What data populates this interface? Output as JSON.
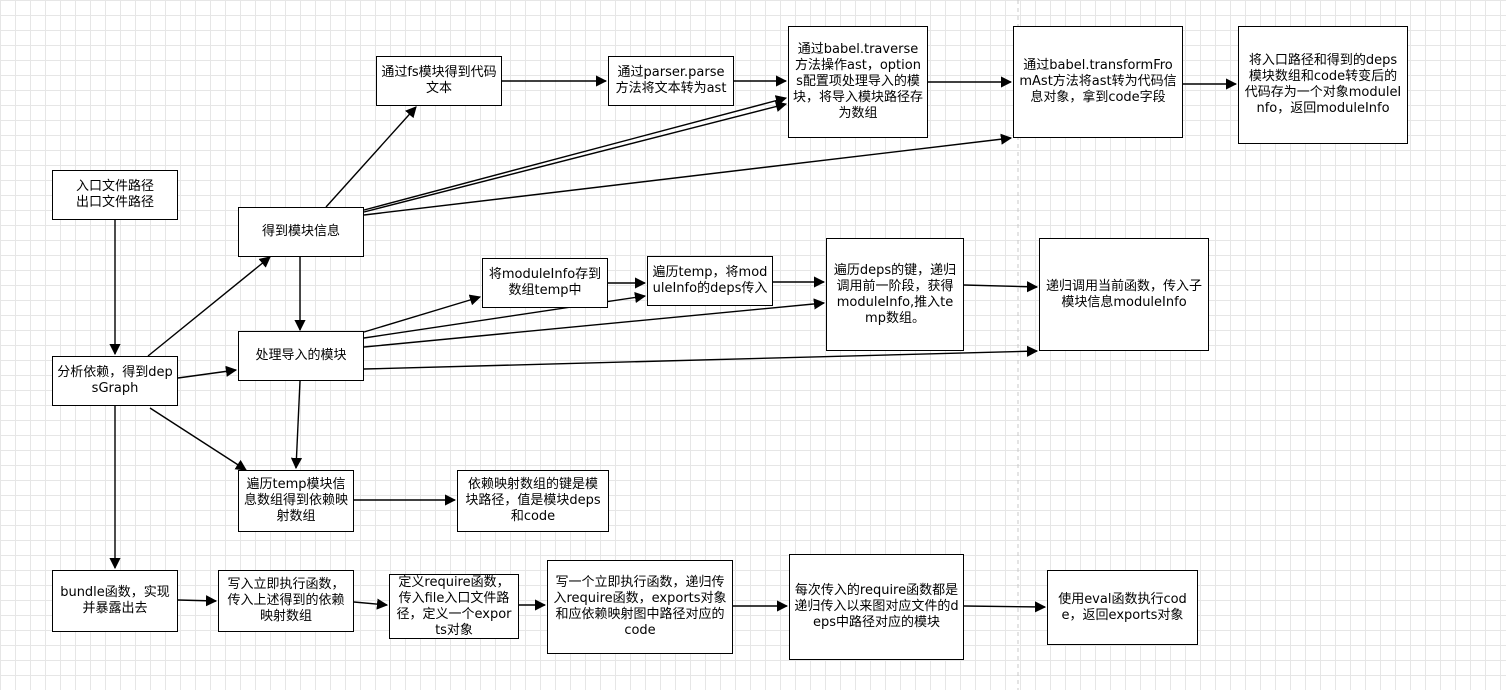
{
  "diagram": {
    "nodes": {
      "entry": "入口文件路径\n出口文件路径",
      "analyze": "分析依赖，得到depsGraph",
      "get_info": "得到模块信息",
      "read_fs": "通过fs模块得到代码文本",
      "parser": "通过parser.parse方法将文本转为ast",
      "traverse": "通过babel.traverse方法操作ast，options配置项处理导入的模块，将导入模块路径存为数组",
      "transform": "通过babel.transformFromAst方法将ast转为代码信息对象，拿到code字段",
      "module_info": "将入口路径和得到的deps模块数组和code转变后的代码存为一个对象moduleInfo，返回moduleInfo",
      "handle_imports": "处理导入的模块",
      "push_temp": "将moduleInfo存到数组temp中",
      "iterate_temp": "遍历temp，将moduleInfo的deps传入",
      "iterate_deps": "遍历deps的键，递归调用前一阶段，获得moduleInfo,推入temp数组。",
      "recursive": "递归调用当前函数，传入子模块信息moduleInfo",
      "dep_map": "遍历temp模块信息数组得到依赖映射数组",
      "dep_map_desc": "依赖映射数组的键是模块路径，值是模块deps和code",
      "bundle": "bundle函数，实现并暴露出去",
      "iife": "写入立即执行函数，传入上述得到的依赖映射数组",
      "define_require": "定义require函数，传入file入口文件路径，定义一个exports对象",
      "iife2": "写一个立即执行函数，递归传入require函数，exports对象和应依赖映射图中路径对应的code",
      "each_require": "每次传入的require函数都是递归传入以来图对应文件的deps中路径对应的模块",
      "eval": "使用eval函数执行code，返回exports对象"
    }
  }
}
